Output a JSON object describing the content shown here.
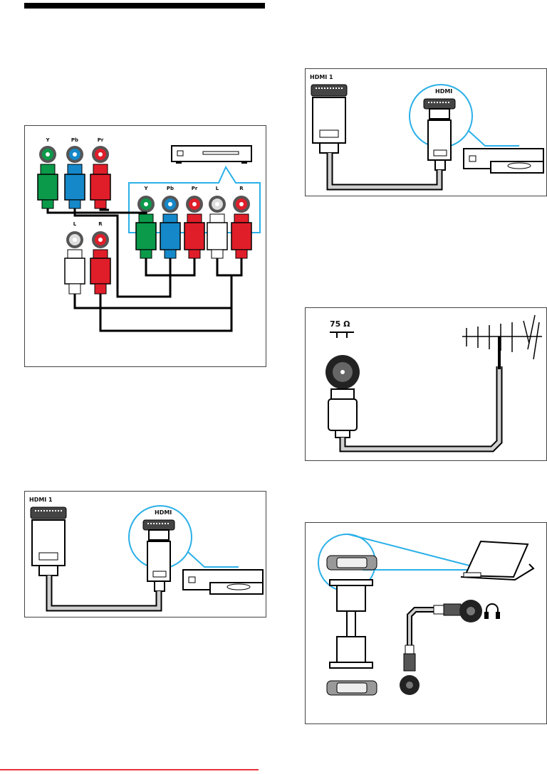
{
  "diagrams": {
    "component": {
      "source_jacks": [
        "Y",
        "Pb",
        "Pr"
      ],
      "device_jacks": [
        "Y",
        "Pb",
        "Pr",
        "L",
        "R"
      ],
      "audio_jacks": [
        "L",
        "R"
      ]
    },
    "hdmi_a": {
      "tv_port": "HDMI 1",
      "device_port": "HDMI"
    },
    "hdmi_b": {
      "tv_port": "HDMI 1",
      "device_port": "HDMI"
    },
    "antenna": {
      "impedance": "75 Ω"
    },
    "pc": {}
  },
  "colors": {
    "green": "#0a9a4a",
    "blue": "#1588c9",
    "red": "#e01e2a",
    "white": "#ffffff",
    "outline": "#2bb0e8",
    "cable_gray": "#cfcfcf",
    "footer_rule": "#e8323c"
  }
}
